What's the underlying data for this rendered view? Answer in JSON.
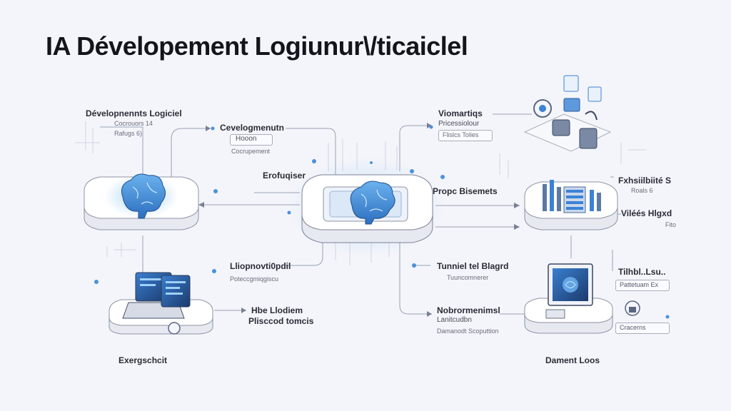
{
  "title": "IA Dévelopement Logiunur\\/ticaiclel",
  "colors": {
    "accent": "#3b82d6",
    "glow": "#8ec5f2",
    "line": "#9aa1b4",
    "node": "#ffffff",
    "text": "#2a2c36"
  },
  "labels": {
    "left_top": {
      "main": "Dévelopnennts Logiciel",
      "sub1": "Cocrouors 14",
      "sub2": "Rafugs 6)"
    },
    "mid_top": {
      "main": "Cevelogmenutn",
      "sub1": "Hooon",
      "sub2": "Cocrupement"
    },
    "erofuqiser": "Erofuqiser",
    "right_top": {
      "main": "Viomartiqs",
      "sub1": "Pricessiolour",
      "sub2": "Flislcs Tolies"
    },
    "propc": "Propc Bisemets",
    "far_right": {
      "main1": "Fxhsiilbiité S",
      "sub1": "Roals 6",
      "main2": "Viléés Hlgxd",
      "sub2": "Fito"
    },
    "mid_lower": {
      "main": "Lliopnovti0pdil",
      "sub": "Poteccgmiqgiscu"
    },
    "tunniel": {
      "main": "Tunniel tel Blagrd",
      "sub": "Tuuncomnerer"
    },
    "hbe": {
      "main": "Hbe Llodiem",
      "sub": "Plisccod tomcis"
    },
    "nobr": {
      "main": "Nobrormenimsl",
      "sub1": "Lanitcudbn",
      "sub2": "Damanodt Scoputtion"
    },
    "far_right_low": {
      "main": "Tilhbl..Lsu..",
      "box1": "Pattetuam Ex",
      "box2": "Cracerns"
    },
    "exert": "Exergschcit",
    "dament": "Dament Loos"
  },
  "icons": [
    "brain-icon",
    "laptop-icon",
    "monitor-icon",
    "gear-icon",
    "server-rack-icon",
    "security-icon"
  ]
}
